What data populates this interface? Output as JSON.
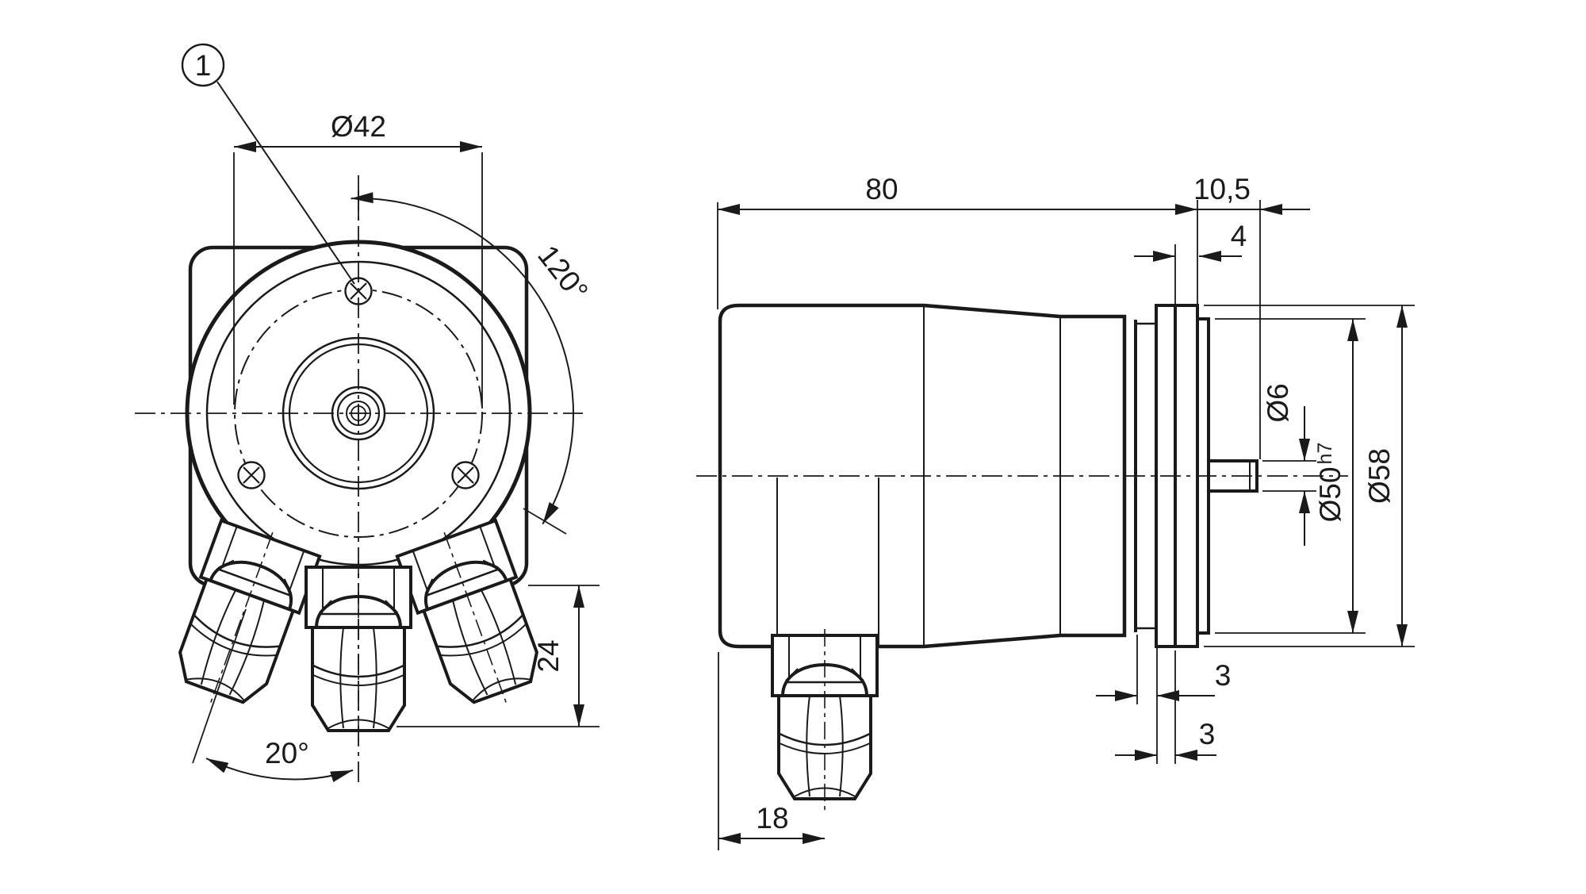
{
  "drawing": {
    "kind": "technical-dimension-drawing",
    "line_color": "#1a1a1a",
    "background": "#ffffff",
    "balloon": {
      "label": "1"
    },
    "front_view": {
      "name": "encoder-front-view",
      "dims": {
        "bolt_circle_diameter": "Ø42",
        "screw_spacing_angle": "120°",
        "gland_tilt_angle": "20°",
        "gland_height": "24"
      }
    },
    "side_view": {
      "name": "encoder-side-view",
      "dims": {
        "housing_length": "80",
        "shaft_protrusion": "10,5",
        "flange_thickness": "4",
        "shaft_diameter": "Ø6",
        "spigot_diameter": "Ø50",
        "spigot_tolerance": "h7",
        "flange_diameter": "Ø58",
        "groove_width": "3",
        "clamp_width": "3",
        "gland_offset": "18"
      }
    }
  }
}
